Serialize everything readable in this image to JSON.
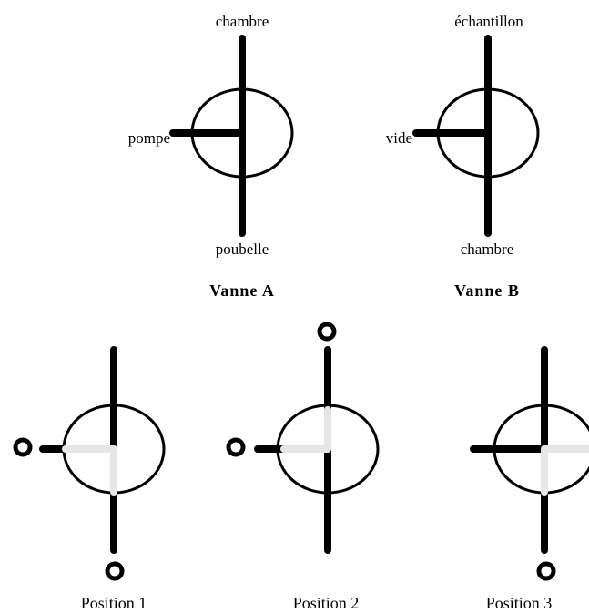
{
  "colors": {
    "pipe": "#000000",
    "flow": "#e6e6e6",
    "background": "#ffffff"
  },
  "valve_a": {
    "title": "Vanne A",
    "label_top": "chambre",
    "label_left": "pompe",
    "label_bottom": "poubelle"
  },
  "valve_b": {
    "title": "Vanne B",
    "label_top": "échantillon",
    "label_left": "vide",
    "label_bottom": "chambre"
  },
  "positions": [
    {
      "caption": "Position 1"
    },
    {
      "caption": "Position 2"
    },
    {
      "caption": "Position 3"
    }
  ]
}
